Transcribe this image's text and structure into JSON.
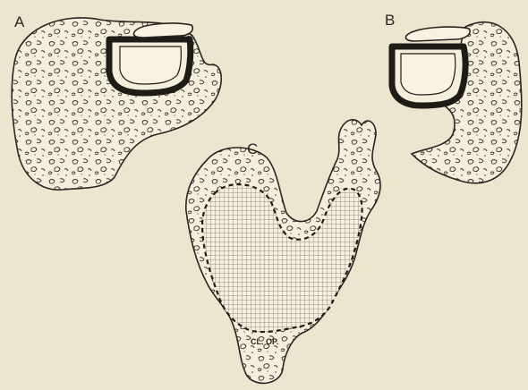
{
  "figure": {
    "panels": [
      {
        "id": "A",
        "label": "A"
      },
      {
        "id": "B",
        "label": "B"
      },
      {
        "id": "C",
        "label": "C"
      }
    ],
    "annotations": {
      "panel_c_region": "CL. OP."
    },
    "colors": {
      "paper": "#ece6ce",
      "ink": "#2a2520",
      "stipple_fill": "#f4efdc",
      "grid": "#7a7468"
    }
  }
}
